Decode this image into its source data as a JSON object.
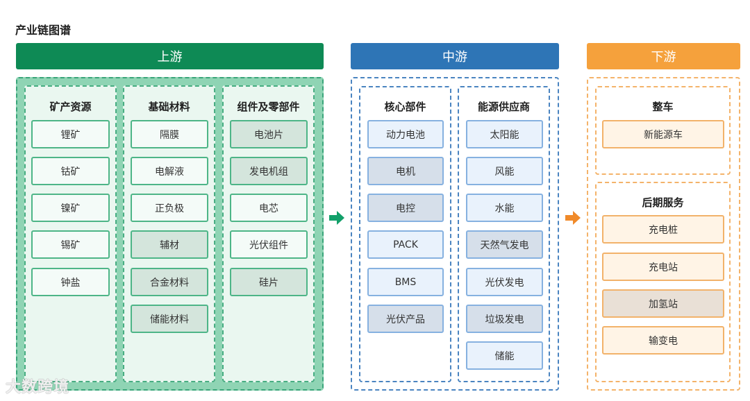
{
  "title": "产业链图谱",
  "watermark": "大数跨境",
  "upstream": {
    "label": "上游",
    "columns": [
      {
        "title": "矿产资源",
        "items": [
          "锂矿",
          "钴矿",
          "镍矿",
          "锡矿",
          "钟盐"
        ]
      },
      {
        "title": "基础材料",
        "items": [
          "隔膜",
          "电解液",
          "正负极",
          "辅材",
          "合金材料",
          "储能材料"
        ]
      },
      {
        "title": "组件及零部件",
        "items": [
          "电池片",
          "发电机组",
          "电芯",
          "光伏组件",
          "硅片"
        ]
      }
    ]
  },
  "midstream": {
    "label": "中游",
    "columns": [
      {
        "title": "核心部件",
        "items": [
          "动力电池",
          "电机",
          "电控",
          "PACK",
          "BMS",
          "光伏产品"
        ]
      },
      {
        "title": "能源供应商",
        "items": [
          "太阳能",
          "风能",
          "水能",
          "天然气发电",
          "光伏发电",
          "垃圾发电",
          "储能"
        ]
      }
    ]
  },
  "downstream": {
    "label": "下游",
    "groups": [
      {
        "title": "整车",
        "items": [
          "新能源车"
        ]
      },
      {
        "title": "后期服务",
        "items": [
          "充电桩",
          "充电站",
          "加氢站",
          "输变电"
        ]
      }
    ]
  },
  "colors": {
    "upstream": "#0e8a55",
    "midstream": "#2e75b6",
    "downstream": "#f5a13c",
    "arrow_green": "#12a06a",
    "arrow_orange": "#f08a2a"
  },
  "icons": [
    "right-arrow-icon"
  ]
}
